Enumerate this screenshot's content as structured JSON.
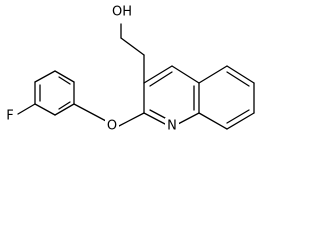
{
  "molecule": {
    "atoms": {
      "fluorine": "F",
      "ether_oxygen": "O",
      "ring_nitrogen": "N",
      "hydroxyl": "OH"
    },
    "colors": {
      "bond": "#000000",
      "text": "#000000",
      "background": "#ffffff"
    }
  }
}
